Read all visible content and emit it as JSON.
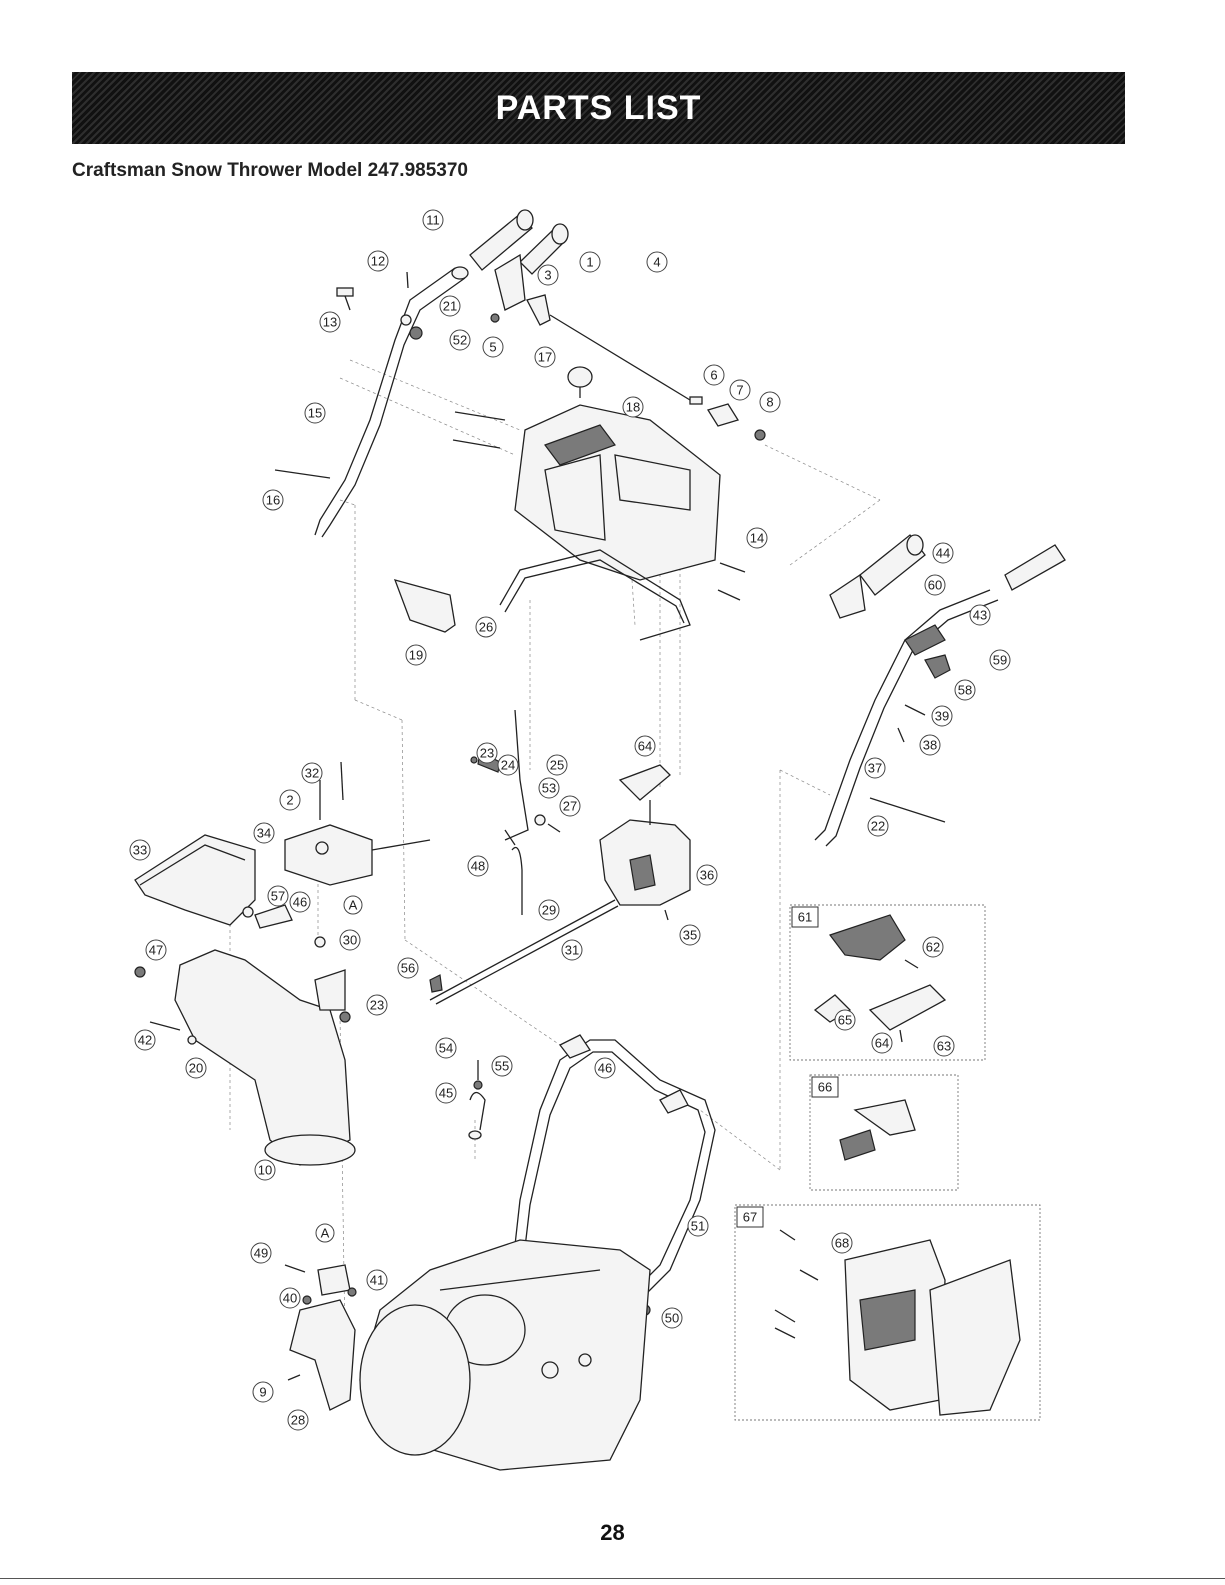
{
  "header": {
    "banner_title": "PARTS LIST",
    "subtitle": "Craftsman Snow Thrower Model 247.985370"
  },
  "page_number": "28",
  "ref_labels": [
    "A",
    "A"
  ],
  "callouts": [
    "11",
    "1",
    "12",
    "3",
    "13",
    "21",
    "52",
    "5",
    "4",
    "17",
    "6",
    "7",
    "8",
    "18",
    "15",
    "16",
    "14",
    "44",
    "60",
    "43",
    "59",
    "58",
    "39",
    "38",
    "37",
    "22",
    "26",
    "19",
    "64",
    "23",
    "24",
    "25",
    "53",
    "27",
    "32",
    "2",
    "34",
    "33",
    "57",
    "46",
    "36",
    "48",
    "29",
    "35",
    "31",
    "30",
    "47",
    "56",
    "23",
    "42",
    "20",
    "65",
    "62",
    "64",
    "63",
    "54",
    "55",
    "46",
    "45",
    "10",
    "51",
    "49",
    "41",
    "40",
    "50",
    "9",
    "28",
    "68"
  ],
  "inset_boxes": [
    "61",
    "66",
    "67"
  ],
  "colors": {
    "banner": "#1a1a1a",
    "text": "#111111"
  }
}
